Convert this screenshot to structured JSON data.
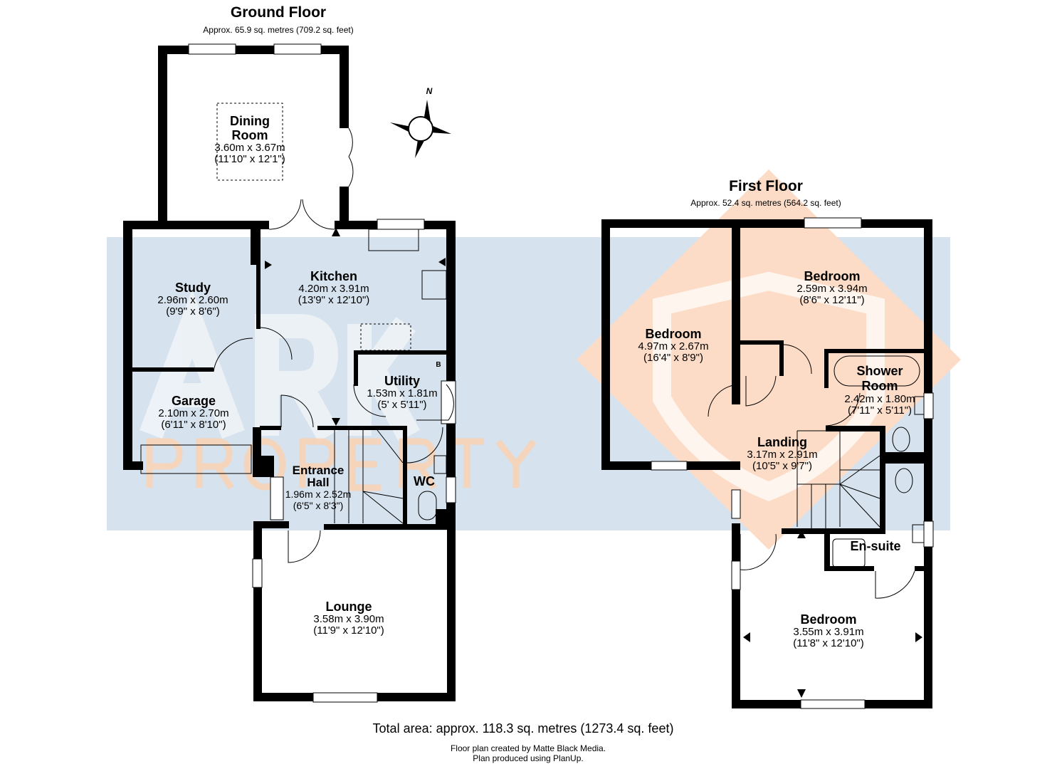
{
  "watermark": {
    "brand": "ARK PROPERTY",
    "colors": {
      "band": "#d6e2ed",
      "diamond": "#fcdcc6",
      "text_blue": "#c3d3e2",
      "text_orange": "#fbd2b4"
    }
  },
  "ground_floor": {
    "title": "Ground Floor",
    "area": "Approx. 65.9 sq. metres (709.2 sq. feet)",
    "rooms": [
      {
        "name": "Dining Room",
        "metric": "3.60m x 3.67m",
        "imperial": "(11'10\" x 12'1\")"
      },
      {
        "name": "Kitchen",
        "metric": "4.20m x 3.91m",
        "imperial": "(13'9\" x 12'10\")"
      },
      {
        "name": "Study",
        "metric": "2.96m x 2.60m",
        "imperial": "(9'9\" x 8'6\")"
      },
      {
        "name": "Garage",
        "metric": "2.10m x 2.70m",
        "imperial": "(6'11\" x 8'10\")"
      },
      {
        "name": "Utility",
        "metric": "1.53m x 1.81m",
        "imperial": "(5' x 5'11\")"
      },
      {
        "name": "Entrance Hall",
        "metric": "1.96m x 2.52m",
        "imperial": "(6'5\" x 8'3\")"
      },
      {
        "name": "WC",
        "metric": "",
        "imperial": ""
      },
      {
        "name": "Lounge",
        "metric": "3.58m x 3.90m",
        "imperial": "(11'9\" x 12'10\")"
      }
    ],
    "boiler_label": "B",
    "compass_label": "N"
  },
  "first_floor": {
    "title": "First Floor",
    "area": "Approx. 52.4 sq. metres (564.2 sq. feet)",
    "rooms": [
      {
        "name": "Bedroom",
        "metric": "2.59m x 3.94m",
        "imperial": "(8'6\" x 12'11\")"
      },
      {
        "name": "Bedroom",
        "metric": "4.97m x 2.67m",
        "imperial": "(16'4\" x 8'9\")"
      },
      {
        "name": "Shower Room",
        "metric": "2.42m x 1.80m",
        "imperial": "(7'11\" x 5'11\")"
      },
      {
        "name": "Landing",
        "metric": "3.17m x 2.91m",
        "imperial": "(10'5\" x 9'7\")"
      },
      {
        "name": "En-suite",
        "metric": "",
        "imperial": ""
      },
      {
        "name": "Bedroom",
        "metric": "3.55m x 3.91m",
        "imperial": "(11'8\" x 12'10\")"
      }
    ]
  },
  "footer": {
    "total": "Total area: approx. 118.3 sq. metres (1273.4 sq. feet)",
    "credit1": "Floor plan created by Matte Black Media.",
    "credit2": "Plan produced using PlanUp."
  }
}
